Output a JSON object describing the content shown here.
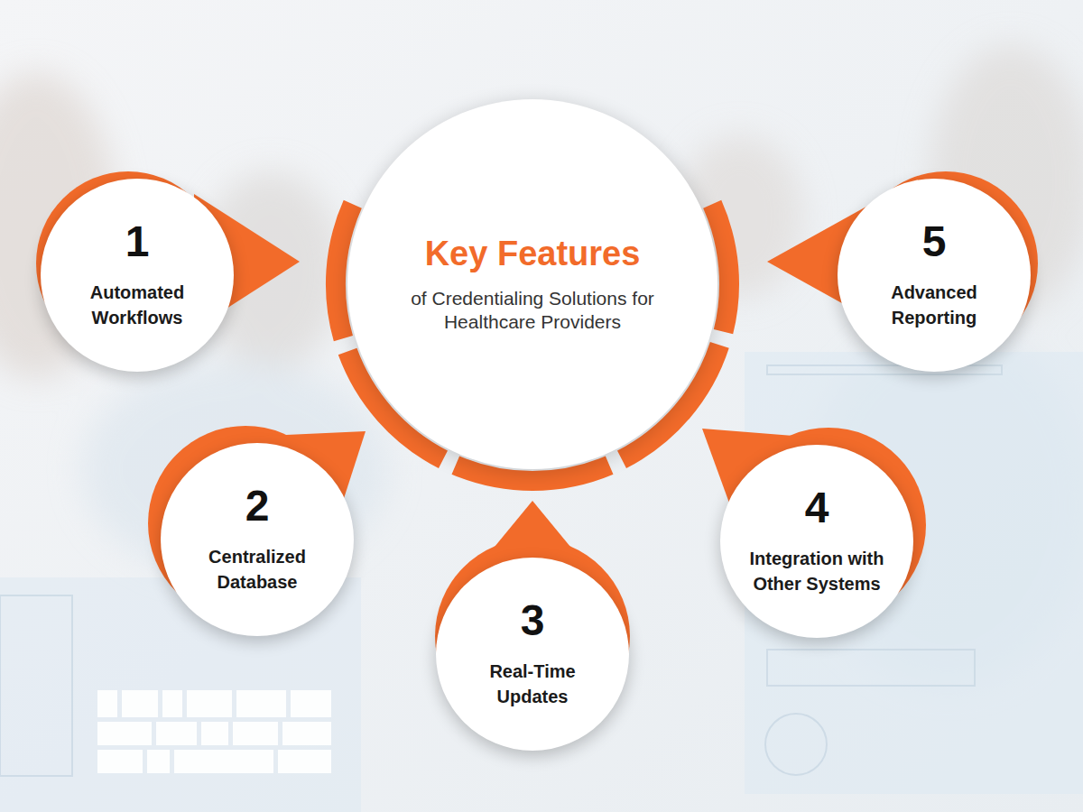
{
  "diagram": {
    "nodes": [
      {
        "text": [
          "Key Features",
          "of Credentialing Solutions for Healthcare Providers"
        ]
      },
      {
        "text": [
          "1",
          "Automated Workflows"
        ]
      },
      {
        "text": [
          "2",
          "Centralized Database"
        ]
      },
      {
        "text": [
          "3",
          "Real-Time Updates"
        ]
      },
      {
        "text": [
          "4",
          "Integration with Other Systems"
        ]
      },
      {
        "text": [
          "5",
          "Advanced Reporting"
        ]
      }
    ]
  }
}
